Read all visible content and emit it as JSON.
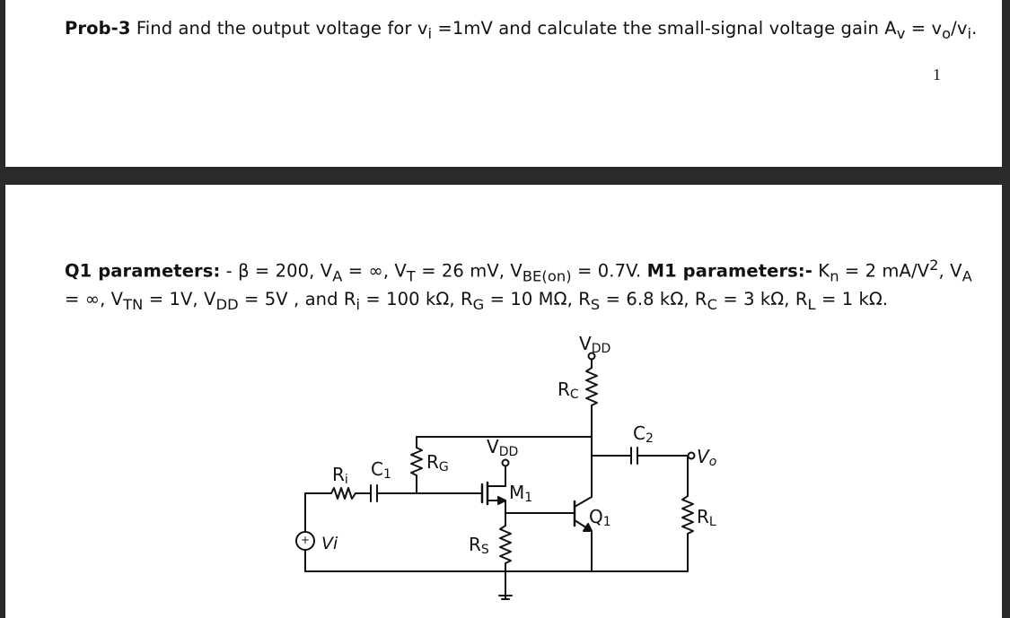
{
  "problem": {
    "label": "Prob-3",
    "text": " Find and the output voltage for v",
    "vi_sub": "i",
    "text2": " =1mV and calculate the small-signal voltage gain A",
    "av_sub": "v",
    "text3": " = v",
    "vo_sub": "o",
    "text4": "/v",
    "vi2_sub": "i",
    "text5": "."
  },
  "page_number": "1",
  "q1": {
    "label": "Q1 parameters:",
    "text_a": " - β = 200, V",
    "va_sub": "A",
    "text_b": " = ∞, V",
    "vt_sub": "T",
    "text_c": " = 26 mV, V",
    "vbe_sub": "BE(on)",
    "text_d": " = 0.7V. "
  },
  "m1": {
    "label": "M1 parameters:-",
    "text_a": " K",
    "kn_sub": "n",
    "text_b": " = 2 mA/V",
    "sq": "2",
    "text_c": ", V",
    "va_sub": "A"
  },
  "line2": {
    "text_a": "= ∞, V",
    "vtn_sub": "TN",
    "text_b": " = 1V, V",
    "vdd_sub": "DD",
    "text_c": " = 5V , and R",
    "ri_sub": "i",
    "text_d": " = 100 kΩ, R",
    "rg_sub": "G",
    "text_e": " = 10 MΩ, R",
    "rs_sub": "S",
    "text_f": " = 6.8 kΩ, R",
    "rc_sub": "C",
    "text_g": " = 3 kΩ, R",
    "rl_sub": "L",
    "text_h": " = 1 kΩ."
  },
  "circuit": {
    "vdd_top": "V",
    "vdd_top_sub": "DD",
    "vdd_mid": "V",
    "vdd_mid_sub": "DD",
    "rc": "R",
    "rc_sub": "C",
    "rg": "R",
    "rg_sub": "G",
    "rs": "R",
    "rs_sub": "S",
    "ri": "R",
    "ri_sub": "i",
    "c1": "C",
    "c1_sub": "1",
    "c2": "C",
    "c2_sub": "2",
    "m1": "M",
    "m1_sub": "1",
    "q1": "Q",
    "q1_sub": "1",
    "rl": "R",
    "rl_sub": "L",
    "vo": "V",
    "vo_sub": "o",
    "vi": "Vi"
  }
}
